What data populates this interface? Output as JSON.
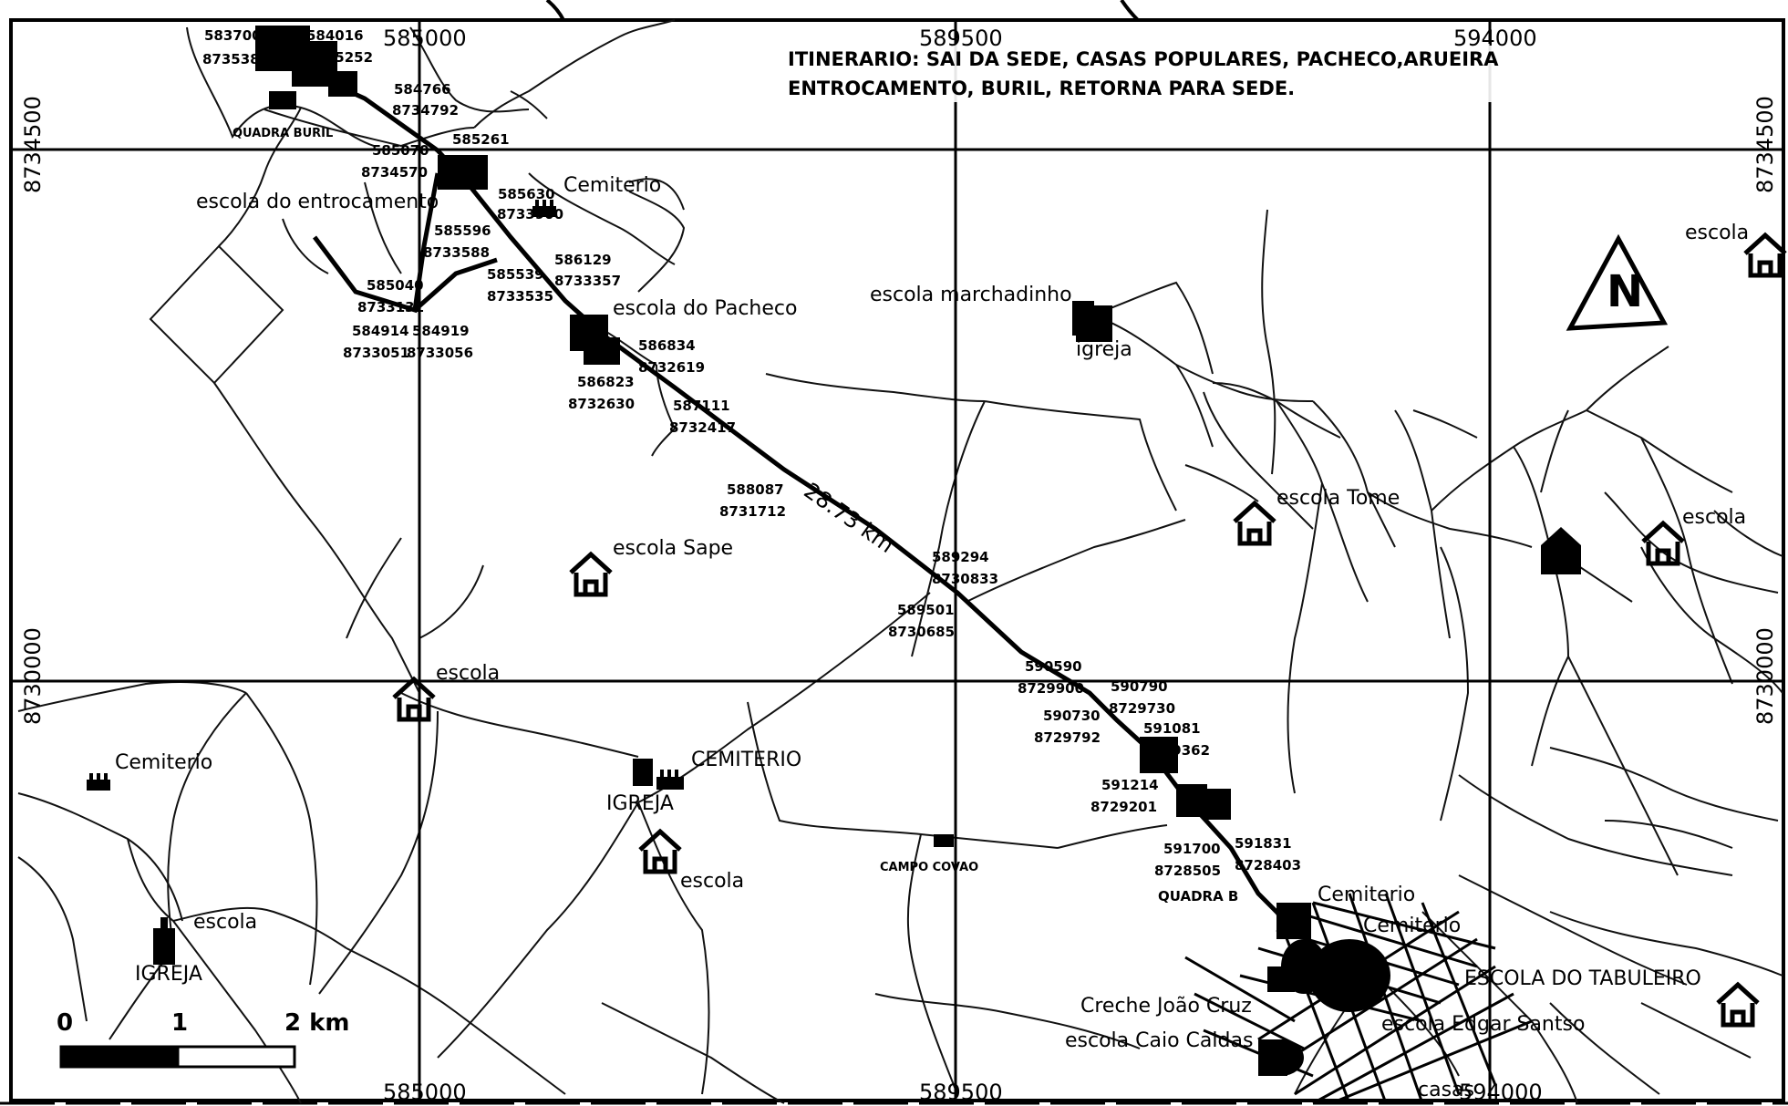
{
  "itinerary": {
    "line1": "ITINERARIO: SAI DA SEDE, CASAS POPULARES, PACHECO,ARUEIRA",
    "line2": "ENTROCAMENTO, BURIL, RETORNA PARA SEDE."
  },
  "grid": {
    "x_top": [
      "585000",
      "589500",
      "594000"
    ],
    "x_bottom": [
      "585000",
      "589500",
      "594000"
    ],
    "y_left": [
      "8734500",
      "8730000"
    ],
    "y_right": [
      "8734500",
      "8730000"
    ]
  },
  "route": {
    "distance": "28.73 km"
  },
  "scale": {
    "t0": "0",
    "t1": "1",
    "t2": "2 km"
  },
  "compass": {
    "letter": "N"
  },
  "places": {
    "quadra_buril": "QUADRA BURIL",
    "escola_entrocamento": "escola do entrocamento",
    "cemiterio_1": "Cemiterio",
    "escola_pacheco": "escola do Pacheco",
    "escola_marchadinho": "escola marchadinho",
    "igreja_1": "igreja",
    "escola_ne": "escola",
    "escola_tome": "escola Tome",
    "escola_e": "escola",
    "escola_sape": "escola Sape",
    "escola_w": "escola",
    "cemiterio_w": "Cemiterio",
    "cemiterio_caps": "CEMITERIO",
    "igreja_caps": "IGREJA",
    "escola_mid": "escola",
    "campo_covao": "CAMPO COVAO",
    "escola_sw": "escola",
    "igreja_sw": "IGREJA",
    "quadra_se": "QUADRA B",
    "cemiterio_se1": "Cemiterio",
    "cemiterio_se2": "Cemiterio",
    "escola_tabuleiro": "ESCOLA DO TABULEIRO",
    "creche": "Creche João Cruz",
    "escola_edgar": "escola Edgar Santso",
    "escola_caio": "escola Caio Caldas",
    "casas_bottom": "casas"
  },
  "coords": [
    {
      "e": "583700",
      "n": "8735380"
    },
    {
      "e": "584016",
      "n": "8735252"
    },
    {
      "e": "584766",
      "n": "8734792"
    },
    {
      "e": "585261",
      "n": ""
    },
    {
      "e": "585070",
      "n": "8734570"
    },
    {
      "e": "585630",
      "n": "8733900"
    },
    {
      "e": "585596",
      "n": "8733588"
    },
    {
      "e": "586129",
      "n": "8733357"
    },
    {
      "e": "585040",
      "n": "8733131"
    },
    {
      "e": "585539",
      "n": "8733535"
    },
    {
      "e": "584914",
      "n": "8733051"
    },
    {
      "e": "584919",
      "n": "8733056"
    },
    {
      "e": "586834",
      "n": "8732619"
    },
    {
      "e": "586823",
      "n": "8732630"
    },
    {
      "e": "587111",
      "n": "8732417"
    },
    {
      "e": "588087",
      "n": "8731712"
    },
    {
      "e": "589294",
      "n": "8730833"
    },
    {
      "e": "589501",
      "n": "8730685"
    },
    {
      "e": "590590",
      "n": "8729900"
    },
    {
      "e": "590790",
      "n": "8729730"
    },
    {
      "e": "590730",
      "n": "8729792"
    },
    {
      "e": "591081",
      "n": "8729362"
    },
    {
      "e": "591214",
      "n": "8729201"
    },
    {
      "e": "591831",
      "n": "8728403"
    },
    {
      "e": "591700",
      "n": "8728505"
    }
  ]
}
